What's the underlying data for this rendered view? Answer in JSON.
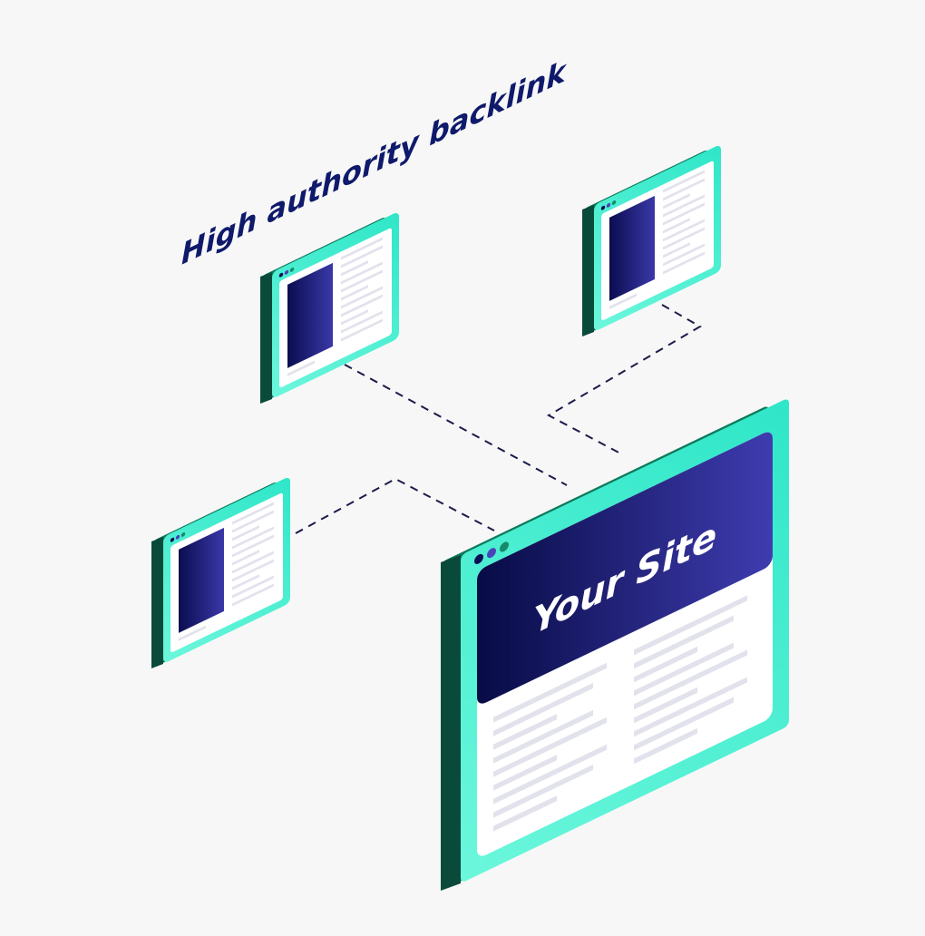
{
  "headline": "High authority backlink",
  "main_site": {
    "title": "Your Site"
  },
  "backlink_sites": [
    {
      "id": "top-center"
    },
    {
      "id": "top-right"
    },
    {
      "id": "left"
    }
  ],
  "colors": {
    "background": "#f7f7f7",
    "frame_light": "#5ef5d8",
    "frame_dark": "#0e7a5c",
    "navy": "#0b0f55",
    "indigo": "#3b3aa8",
    "placeholder_line": "#e2e2ec",
    "dash": "#1b1b4a"
  }
}
